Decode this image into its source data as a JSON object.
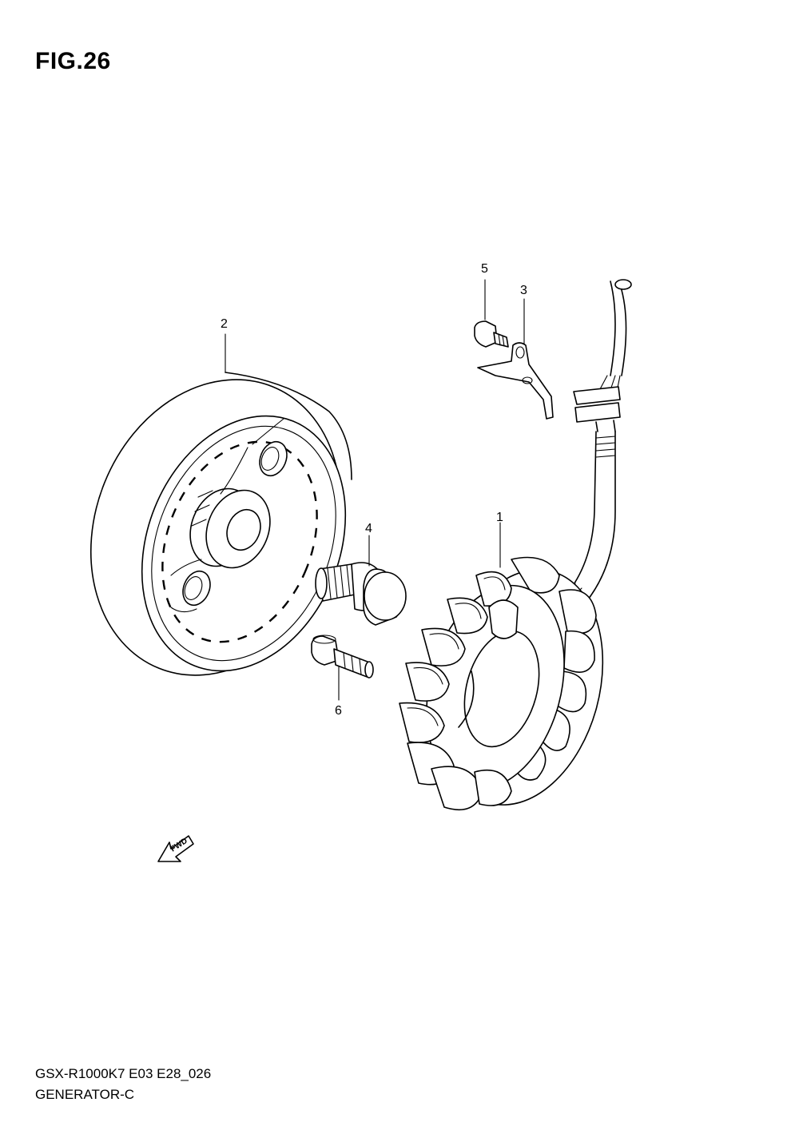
{
  "figure": {
    "title": "FIG.26",
    "model_code": "GSX-R1000K7 E03 E28_026",
    "name": "GENERATOR-C"
  },
  "callouts": [
    "1",
    "2",
    "3",
    "4",
    "5",
    "6"
  ],
  "direction_marker": "FWD"
}
